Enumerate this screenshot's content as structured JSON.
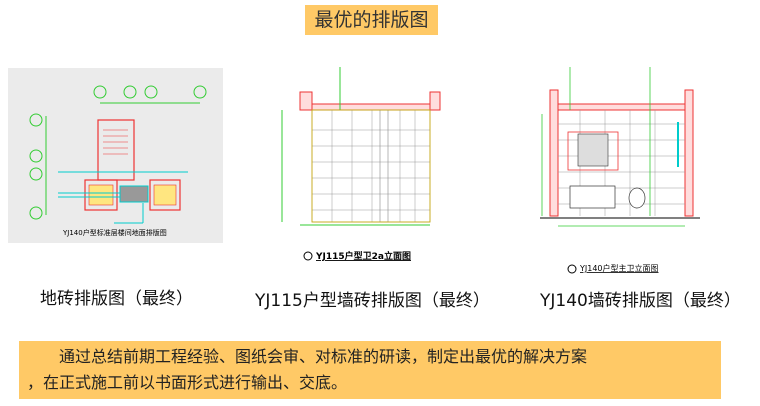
{
  "title": "最优的排版图",
  "figures": [
    {
      "drawing_label": "YJ140户型标准层楼间地面排版图",
      "caption": "地砖排版图（最终）"
    },
    {
      "drawing_label": "YJ115户型卫2a立面图",
      "caption": "YJ115户型墙砖排版图（最终）"
    },
    {
      "drawing_label": "YJ140户型主卫立面图",
      "caption": "YJ140墙砖排版图（最终）"
    }
  ],
  "note": {
    "line1": "通过总结前期工程经验、图纸会审、对标准的研读，制定出最优的解决方案",
    "line2": "，在正式施工前以书面形式进行输出、交底。"
  },
  "colors": {
    "highlight": "#ffc966"
  }
}
